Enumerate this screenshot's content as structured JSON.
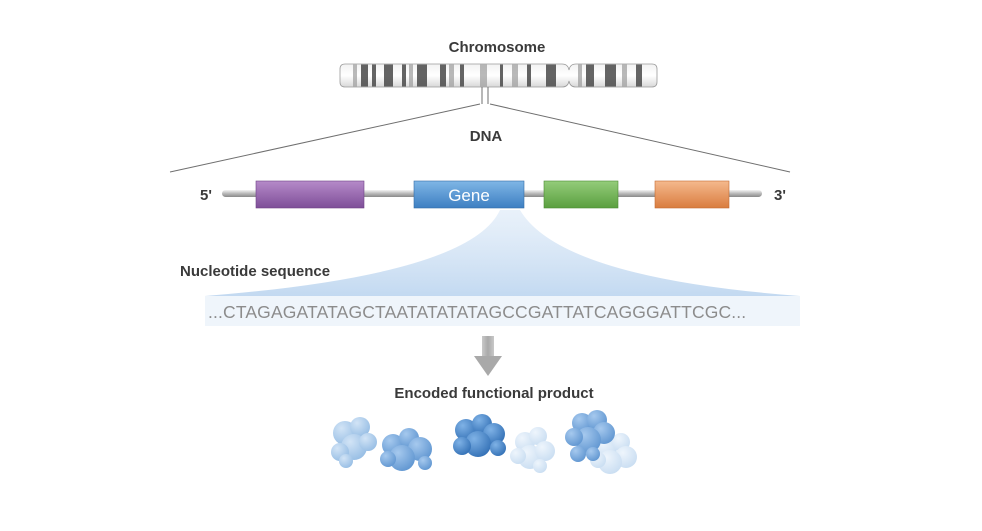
{
  "labels": {
    "chromosome": "Chromosome",
    "dna": "DNA",
    "five_prime": "5'",
    "three_prime": "3'",
    "gene": "Gene",
    "nucleotide_sequence": "Nucleotide sequence",
    "sequence": "...CTAGAGATATAGCTAATATATATAGCCGATTATCAGGGATTCGC...",
    "encoded_product": "Encoded functional product"
  },
  "colors": {
    "segment_purple": "#8e5ea6",
    "gene_blue": "#4b8fd0",
    "segment_green": "#6bb34f",
    "segment_orange": "#e8935a",
    "protein_dark": "#3f7fc4",
    "protein_mid": "#6ea2d8",
    "protein_light": "#a9c9ea",
    "protein_pale": "#d6e6f5"
  },
  "icons": {
    "arrow": "arrow-down-icon",
    "proteins": [
      "protein-icon",
      "protein-icon",
      "protein-icon",
      "protein-icon",
      "protein-icon",
      "protein-icon"
    ]
  }
}
